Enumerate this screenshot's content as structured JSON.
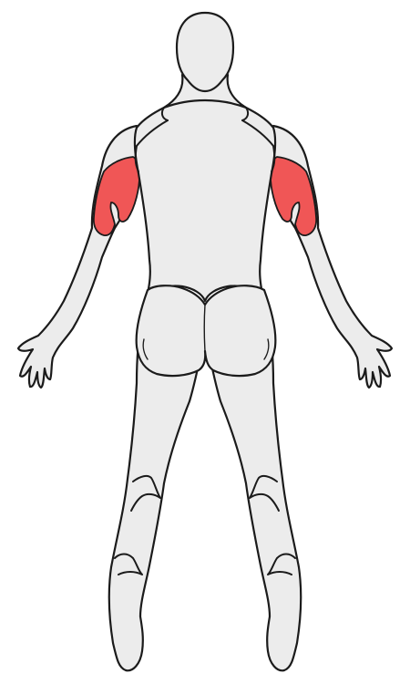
{
  "view": "posterior",
  "colors": {
    "skin": "#ececec",
    "outline": "#1b1b1b",
    "highlight": "#f05656",
    "background": "#ffffff"
  },
  "highlighted_regions": [
    "left-upper-arm-back",
    "right-upper-arm-back"
  ]
}
